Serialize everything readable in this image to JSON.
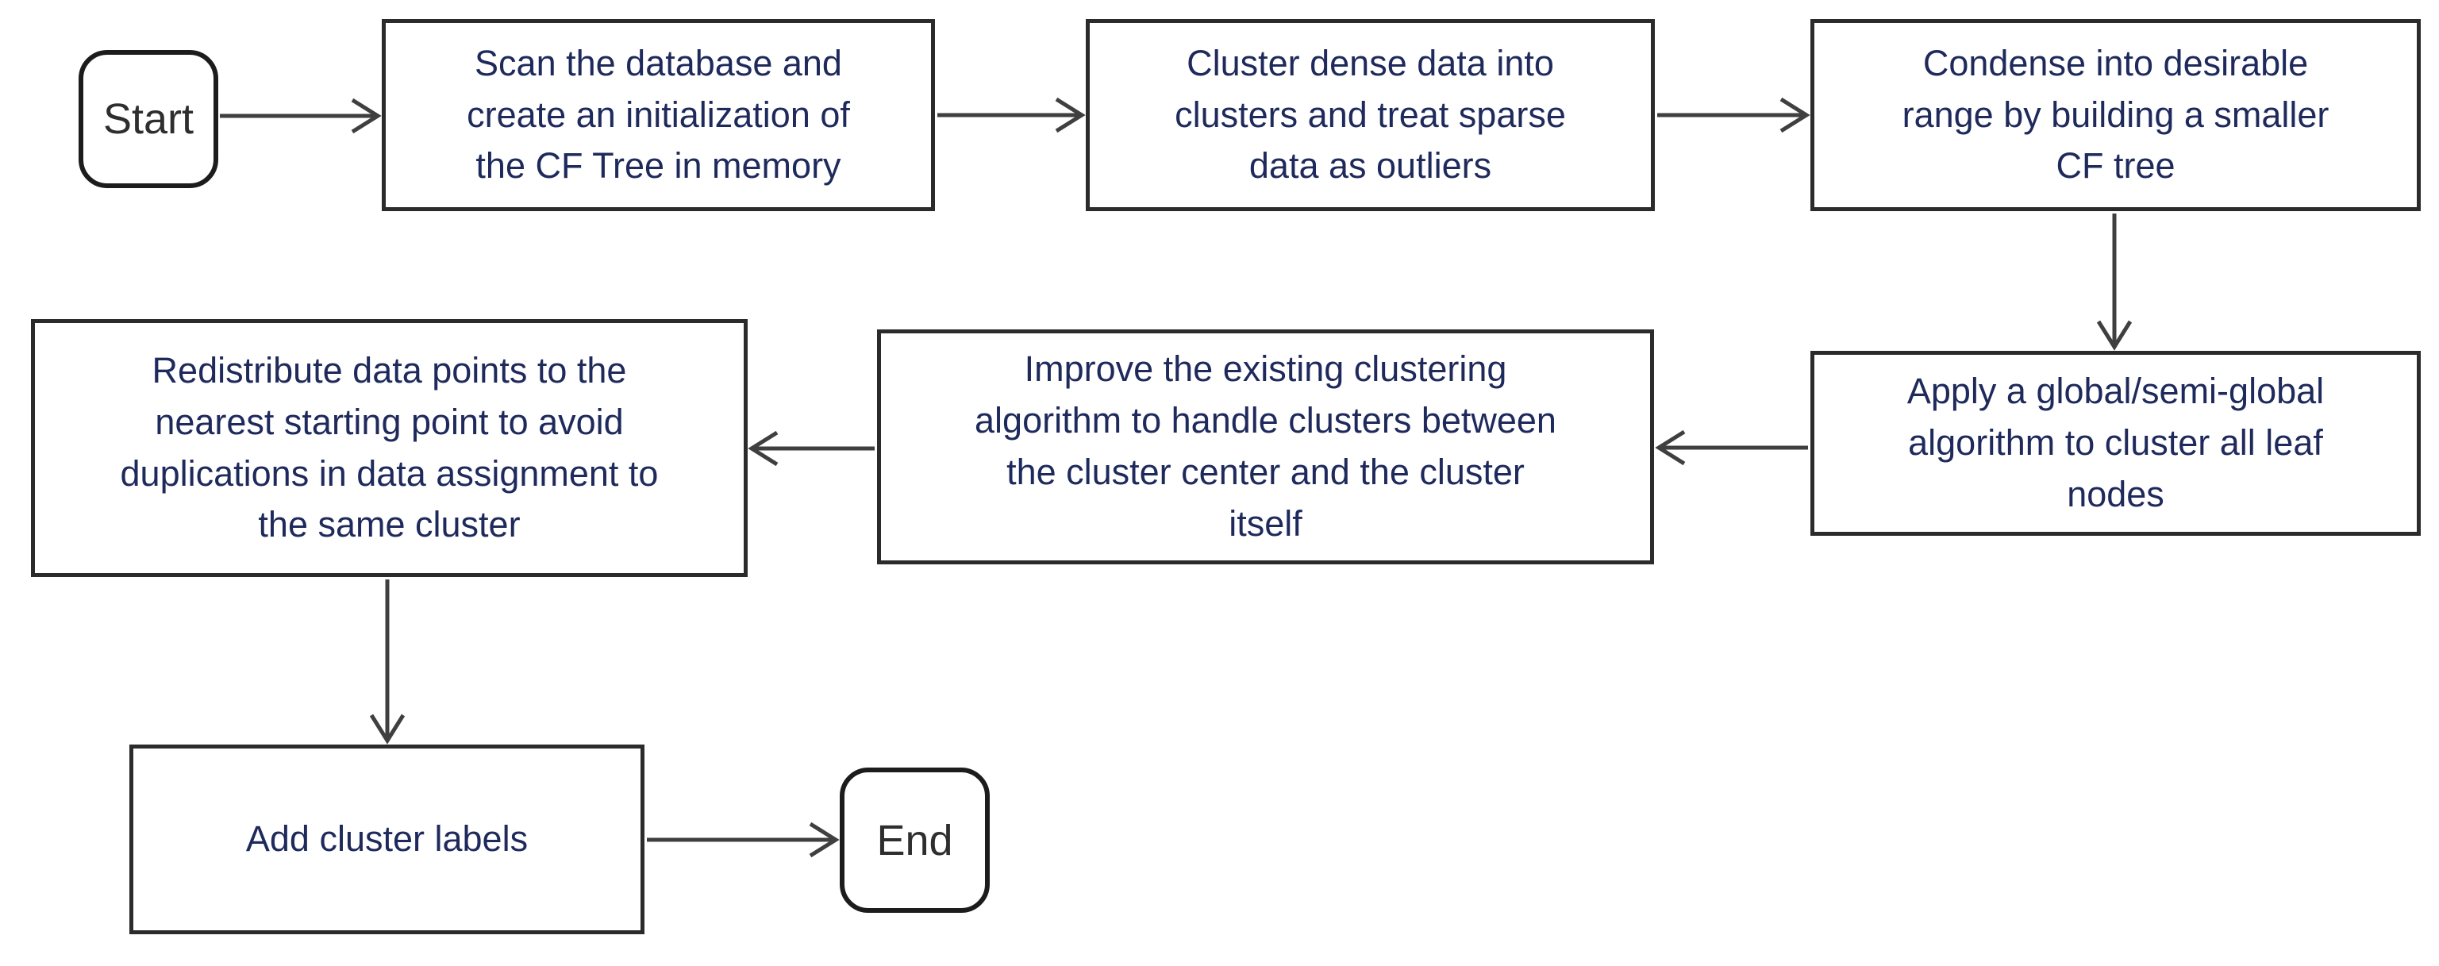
{
  "diagram": {
    "type": "flowchart",
    "description": "clustering process flowchart"
  },
  "colors": {
    "process-text": "#1f2a5c",
    "terminator-text": "#2e2e2e",
    "node-border": "#2b2b2b",
    "terminator-border": "#1c1c1c",
    "arrow": "#3f3f3f",
    "background": "#ffffff"
  },
  "nodes": {
    "start": {
      "shape": "terminator",
      "text": "Start"
    },
    "scan": {
      "shape": "process",
      "text": "Scan the database and\ncreate an initialization of\nthe CF Tree in memory"
    },
    "cluster_dense": {
      "shape": "process",
      "text": "Cluster dense data into\nclusters and treat sparse\ndata as outliers"
    },
    "condense": {
      "shape": "process",
      "text": "Condense into desirable\nrange by building a smaller\nCF tree"
    },
    "apply_global": {
      "shape": "process",
      "text": "Apply a global/semi-global\nalgorithm to cluster all leaf\nnodes"
    },
    "improve": {
      "shape": "process",
      "text": "Improve the existing clustering\nalgorithm to handle clusters between\nthe cluster center and the cluster\nitself"
    },
    "redistribute": {
      "shape": "process",
      "text": "Redistribute data points to the\nnearest starting point to avoid\nduplications in data assignment to\nthe same cluster"
    },
    "add_labels": {
      "shape": "process",
      "text": "Add cluster labels"
    },
    "end": {
      "shape": "terminator",
      "text": "End"
    }
  },
  "edges": [
    {
      "from": "start",
      "to": "scan",
      "direction": "right"
    },
    {
      "from": "scan",
      "to": "cluster_dense",
      "direction": "right"
    },
    {
      "from": "cluster_dense",
      "to": "condense",
      "direction": "right"
    },
    {
      "from": "condense",
      "to": "apply_global",
      "direction": "down"
    },
    {
      "from": "apply_global",
      "to": "improve",
      "direction": "left"
    },
    {
      "from": "improve",
      "to": "redistribute",
      "direction": "left"
    },
    {
      "from": "redistribute",
      "to": "add_labels",
      "direction": "down"
    },
    {
      "from": "add_labels",
      "to": "end",
      "direction": "right"
    }
  ]
}
